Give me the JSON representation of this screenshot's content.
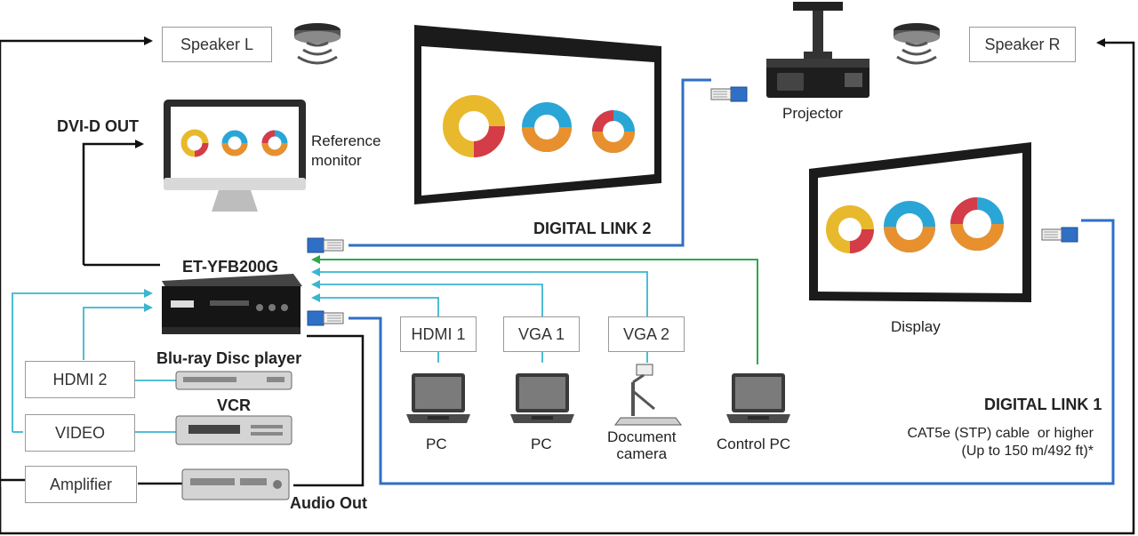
{
  "labels": {
    "speaker_l": "Speaker L",
    "speaker_r": "Speaker R",
    "dvi_out": "DVI-D OUT",
    "reference_monitor": "Reference\nmonitor",
    "projector": "Projector",
    "digital_link_2": "DIGITAL LINK 2",
    "switcher": "ET-YFB200G",
    "display": "Display",
    "hdmi1": "HDMI 1",
    "vga1": "VGA 1",
    "vga2": "VGA 2",
    "hdmi2": "HDMI 2",
    "video": "VIDEO",
    "amplifier": "Amplifier",
    "bluray": "Blu-ray Disc player",
    "vcr": "VCR",
    "audio_out": "Audio Out",
    "pc1": "PC",
    "pc2": "PC",
    "document_camera": "Document\ncamera",
    "control_pc": "Control PC",
    "digital_link_1": "DIGITAL LINK 1",
    "cable_note": "CAT5e (STP) cable  or higher\n(Up to 150 m/492 ft)*"
  },
  "colors": {
    "digital_link_cable": "#2f6fc6",
    "input_cable": "#3bb6cf",
    "control_cable": "#2ea84a",
    "audio_cable": "#111111",
    "ring_yellow": "#e8b92c",
    "ring_red": "#d43c48",
    "ring_blue": "#2aa6d6",
    "ring_orange": "#e8902e"
  }
}
